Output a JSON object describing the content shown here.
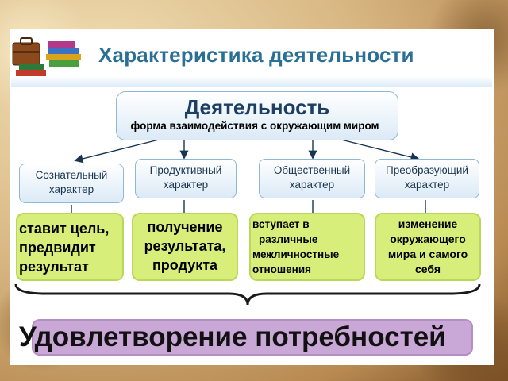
{
  "title": "Характеристика деятельности",
  "main": {
    "title": "Деятельность",
    "subtitle": "форма взаимодействия с окружающим миром"
  },
  "characteristics": [
    {
      "line1": "Сознательный",
      "line2": "характер"
    },
    {
      "line1": "Продуктивный",
      "line2": "характер"
    },
    {
      "line1": "Общественный",
      "line2": "характер"
    },
    {
      "line1": "Преобразующий",
      "line2": "характер"
    }
  ],
  "descriptions": [
    {
      "lines": [
        "ставит цель,",
        "предвидит",
        "результат"
      ]
    },
    {
      "lines": [
        "получение",
        "результата,",
        "продукта"
      ]
    },
    {
      "lines": [
        "вступает в",
        "различные",
        "межличностные",
        "отношения"
      ]
    },
    {
      "lines": [
        "изменение",
        "окружающего",
        "мира и самого",
        "себя"
      ]
    }
  ],
  "conclusion": "Удовлетворение потребностей",
  "colors": {
    "title": "#2a6f96",
    "box_border": "#8fb8d6",
    "green_box": "#d7ee7a",
    "purple_bar": "#c9a7d6"
  }
}
